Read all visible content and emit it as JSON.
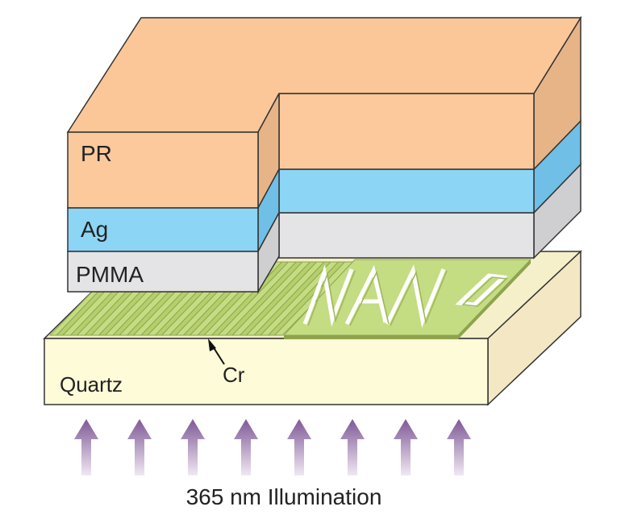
{
  "labels": {
    "pr": "PR",
    "ag": "Ag",
    "pmma": "PMMA",
    "quartz": "Quartz",
    "cr": "Cr",
    "illumination": "365 nm Illumination",
    "nano_text": "NANO"
  },
  "colors": {
    "pr_front": "#fbc99c",
    "pr_top": "#fcc798",
    "pr_side": "#e7b487",
    "ag_front": "#8cd5f5",
    "ag_side": "#6fbfe6",
    "pmma_front": "#e4e4e6",
    "pmma_side": "#cfcfd2",
    "quartz_front": "#fdfbd8",
    "quartz_top": "#f5f0c9",
    "quartz_side": "#f4e8c4",
    "cr_pattern": "#c4dc82",
    "cr_edge": "#8ea34f",
    "arrow_top": "#7e5996",
    "arrow_bottom": "#f1e8f3",
    "outline": "#333333"
  },
  "illumination_arrow_count": 8,
  "grating_line_count": 16
}
